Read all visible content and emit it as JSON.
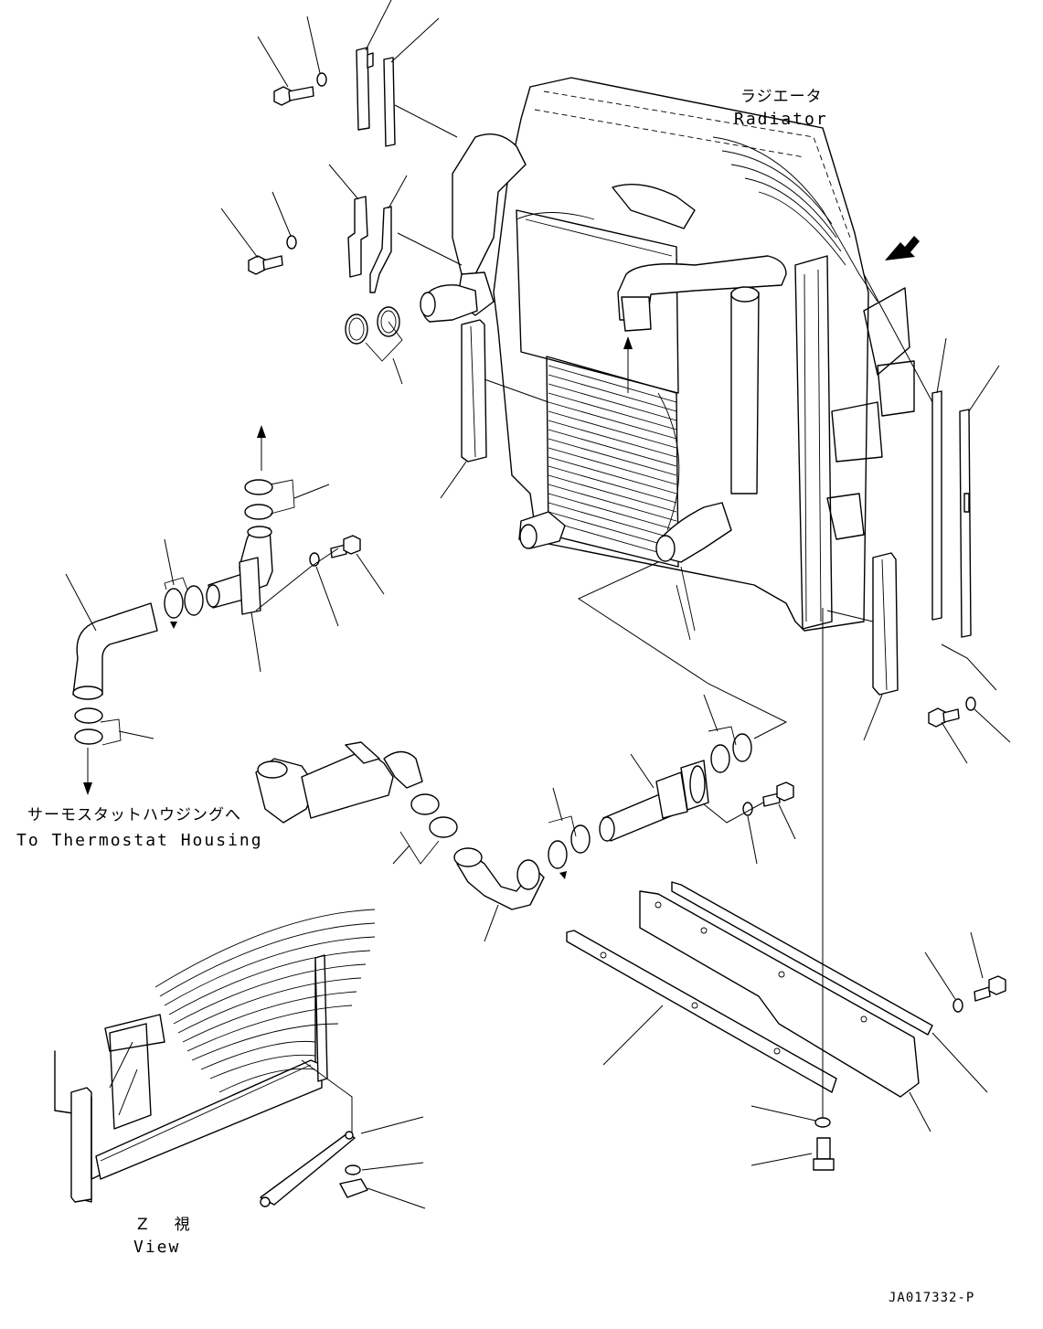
{
  "labels": {
    "radiator_jp": "ラジエータ",
    "radiator_en": "Radiator",
    "thermostat_jp": "サーモスタットハウジングへ",
    "thermostat_en": "To Thermostat Housing",
    "view_jp": "Z　視",
    "view_en": "View",
    "drawing_code": "JA017332-P"
  },
  "colors": {
    "line": "#000000",
    "background": "#ffffff"
  },
  "icons": [
    "view-direction-arrow-icon",
    "flow-arrow-icon"
  ]
}
